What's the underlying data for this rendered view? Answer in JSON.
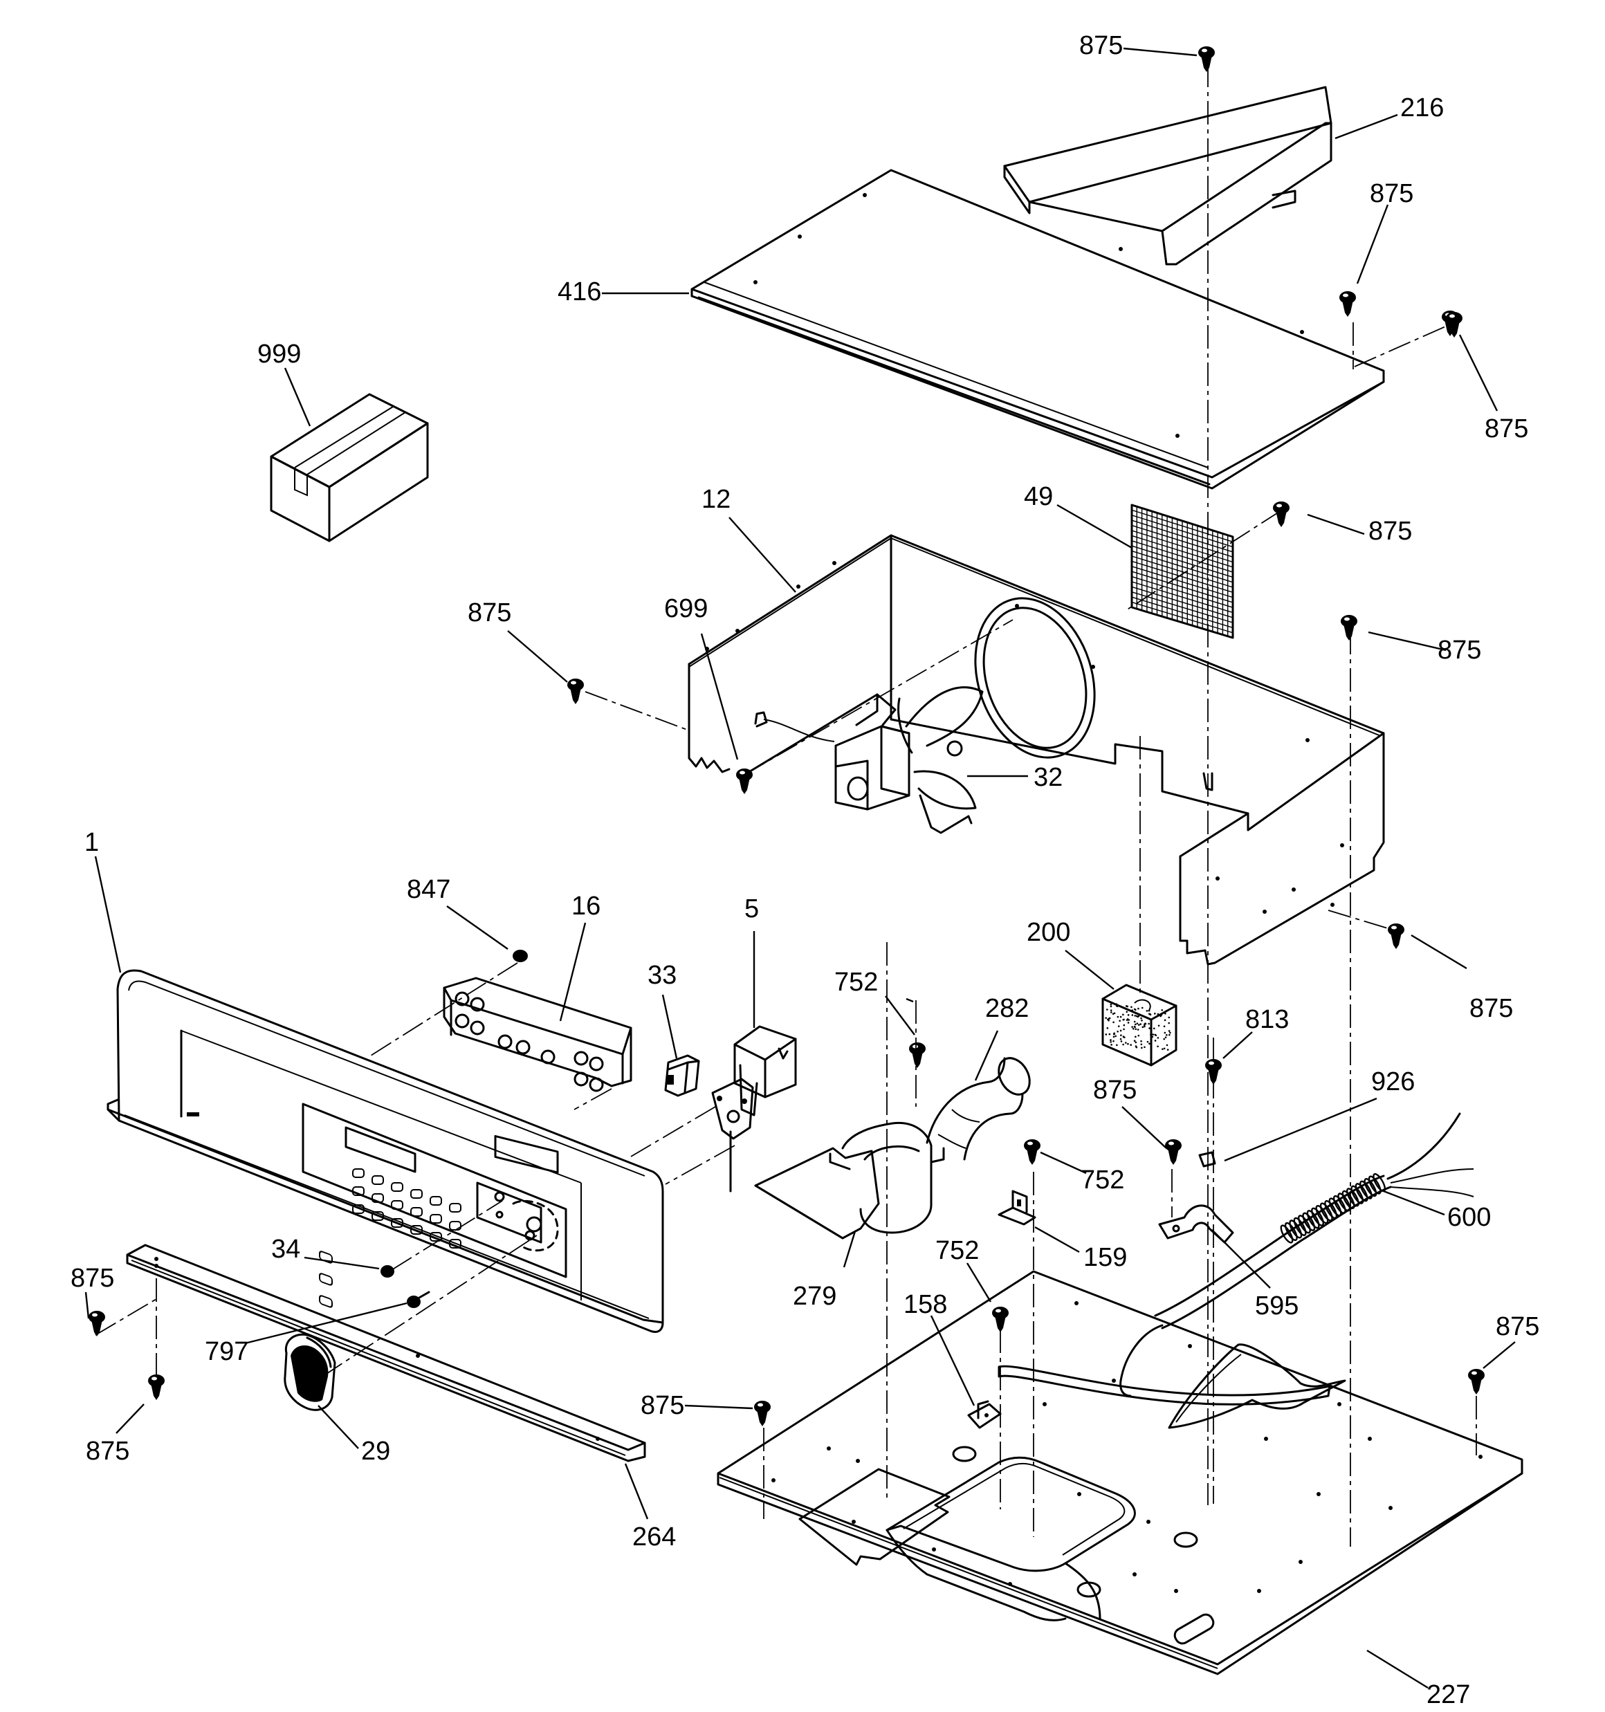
{
  "callouts": [
    {
      "id": "c875a",
      "text": "875"
    },
    {
      "id": "c216",
      "text": "216"
    },
    {
      "id": "c875b",
      "text": "875"
    },
    {
      "id": "c416",
      "text": "416"
    },
    {
      "id": "c875c",
      "text": "875"
    },
    {
      "id": "c999",
      "text": "999"
    },
    {
      "id": "c49",
      "text": "49"
    },
    {
      "id": "c875d",
      "text": "875"
    },
    {
      "id": "c12",
      "text": "12"
    },
    {
      "id": "c875e",
      "text": "875"
    },
    {
      "id": "c699",
      "text": "699"
    },
    {
      "id": "c875f",
      "text": "875"
    },
    {
      "id": "c32",
      "text": "32"
    },
    {
      "id": "c1",
      "text": "1"
    },
    {
      "id": "c847",
      "text": "847"
    },
    {
      "id": "c16",
      "text": "16"
    },
    {
      "id": "c5",
      "text": "5"
    },
    {
      "id": "c33",
      "text": "33"
    },
    {
      "id": "c200",
      "text": "200"
    },
    {
      "id": "c875g",
      "text": "875"
    },
    {
      "id": "c752a",
      "text": "752"
    },
    {
      "id": "c282",
      "text": "282"
    },
    {
      "id": "c813",
      "text": "813"
    },
    {
      "id": "c926",
      "text": "926"
    },
    {
      "id": "c875h",
      "text": "875"
    },
    {
      "id": "c752b",
      "text": "752"
    },
    {
      "id": "c600",
      "text": "600"
    },
    {
      "id": "c34",
      "text": "34"
    },
    {
      "id": "c159",
      "text": "159"
    },
    {
      "id": "c752c",
      "text": "752"
    },
    {
      "id": "c279",
      "text": "279"
    },
    {
      "id": "c595",
      "text": "595"
    },
    {
      "id": "c875i",
      "text": "875"
    },
    {
      "id": "c158",
      "text": "158"
    },
    {
      "id": "c797",
      "text": "797"
    },
    {
      "id": "c875j",
      "text": "875"
    },
    {
      "id": "c875k",
      "text": "875"
    },
    {
      "id": "c29",
      "text": "29"
    },
    {
      "id": "c875l",
      "text": "875"
    },
    {
      "id": "c264",
      "text": "264"
    },
    {
      "id": "c227",
      "text": "227"
    }
  ]
}
